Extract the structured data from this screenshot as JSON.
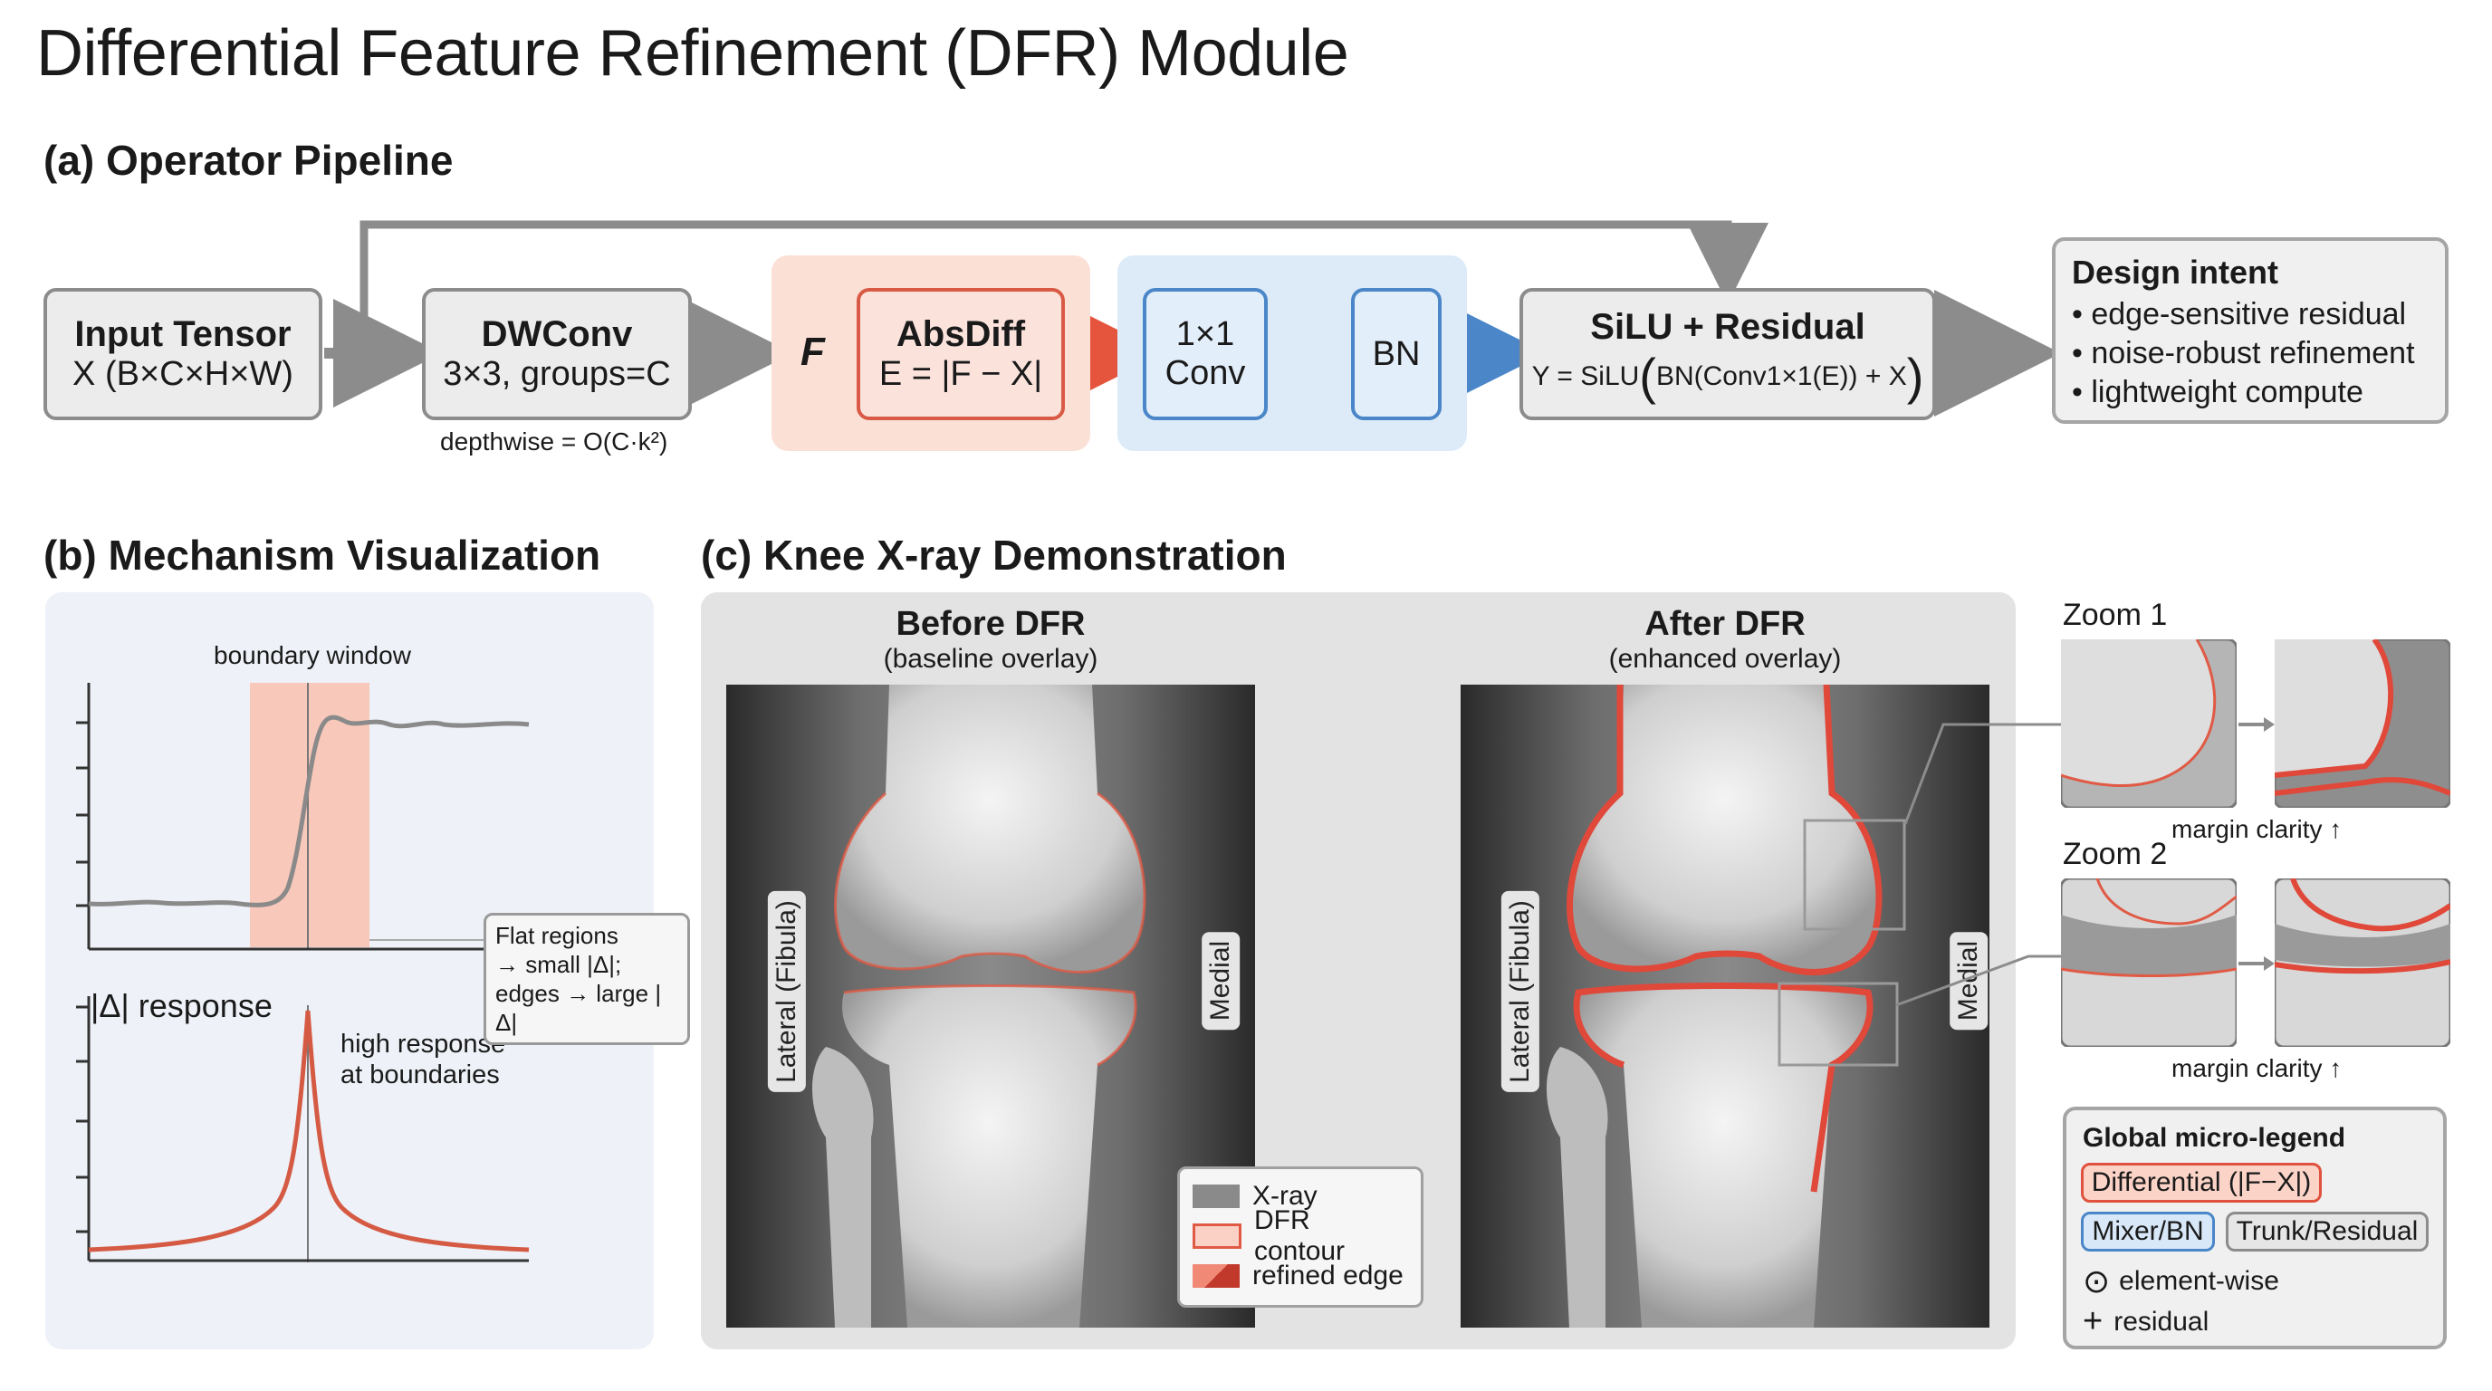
{
  "title": "Differential Feature Refinement (DFR) Module",
  "section_a": {
    "heading": "(a) Operator Pipeline",
    "input": {
      "line1": "Input Tensor",
      "line2": "X (B×C×H×W)"
    },
    "dwconv": {
      "line1": "DWConv",
      "line2": "3×3, groups=C",
      "note": "depthwise = O(C·k²)"
    },
    "f_label": "F",
    "absdiff": {
      "line1": "AbsDiff",
      "line2": "E = |F − X|"
    },
    "conv": {
      "line1": "1×1",
      "line2": "Conv"
    },
    "bn": "BN",
    "silu": {
      "line1": "SiLU + Residual",
      "formula_pre": "Y = SiLU",
      "formula_in": "BN(Conv1×1(E)) + X"
    },
    "design": {
      "heading": "Design intent",
      "items": [
        "• edge-sensitive residual",
        "• noise-robust refinement",
        "• lightweight compute"
      ]
    }
  },
  "section_b": {
    "heading": "(b) Mechanism Visualization",
    "window_label": "boundary window",
    "callout": [
      "Flat regions",
      "→ small |Δ|;",
      "edges → large |Δ|"
    ],
    "response_label": "|Δ| response",
    "high_response": [
      "high response",
      "at boundaries"
    ]
  },
  "section_c": {
    "heading": "(c) Knee X-ray Demonstration",
    "before": {
      "title": "Before DFR",
      "sub": "(baseline overlay)"
    },
    "after": {
      "title": "After DFR",
      "sub": "(enhanced overlay)"
    },
    "lateral": "Lateral (Fibula)",
    "medial": "Medial",
    "legend": [
      "X-ray",
      "DFR contour",
      "refined edge"
    ],
    "zoom1": "Zoom 1",
    "zoom2": "Zoom 2",
    "margin": "margin clarity ↑"
  },
  "micro_legend": {
    "heading": "Global micro-legend",
    "differential": "Differential (|F−X|)",
    "mixer": "Mixer/BN",
    "trunk": "Trunk/Residual",
    "elementwise": "element-wise",
    "residual": "residual",
    "dot_symbol": "⊙",
    "plus_symbol": "+"
  },
  "colors": {
    "red": "#d85a45",
    "red_fill": "#fbe3dc",
    "blue": "#4a86c8",
    "blue_fill": "#e2eefa",
    "gray": "#8c8c8c"
  }
}
